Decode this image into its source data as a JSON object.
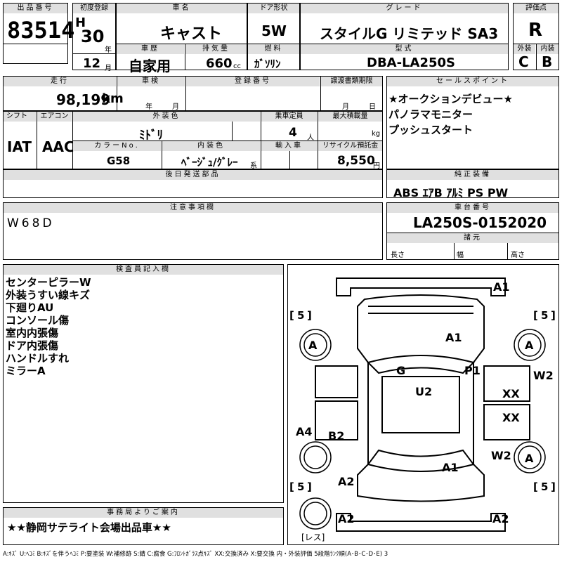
{
  "headers": {
    "lot": "出品番号",
    "first_reg": "初度登録",
    "car_name": "車名",
    "door": "ドア形状",
    "grade": "グレード",
    "score": "評価点",
    "history": "車歴",
    "displacement": "排気量",
    "fuel": "燃料",
    "model": "型式",
    "exterior": "外装",
    "interior": "内装",
    "mileage": "走行",
    "inspection": "車検",
    "reg_no": "登録番号",
    "transfer_deadline": "譲渡書類期限",
    "sales_points": "セールスポイント",
    "shift": "シフト",
    "aircon": "エアコン",
    "ext_color": "外装色",
    "capacity": "乗車定員",
    "max_load": "最大積載量",
    "color_no": "カラーNo.",
    "int_color": "内装色",
    "import": "輸入車",
    "recycle": "リサイクル預託金",
    "later_parts": "後日発送部品",
    "genuine": "純正装備",
    "notes": "注意事項欄",
    "chassis": "車台番号",
    "specs": "諸元",
    "inspector": "検査員記入欄",
    "office": "事務局よりご案内"
  },
  "units": {
    "year_prefix": "H",
    "year": "年",
    "month": "月",
    "cc": "cc",
    "km": "km",
    "persons": "人",
    "kg": "kg",
    "yen": "円",
    "kei": "系",
    "length": "長さ",
    "width": "幅",
    "height": "高さ"
  },
  "vehicle": {
    "lot": "83514",
    "year": "30",
    "month": "12",
    "name": "キャスト",
    "door": "5W",
    "grade": "スタイルG リミテッド SA3",
    "score": "R",
    "history": "自家用",
    "displacement": "660",
    "fuel": "ｶﾞｿﾘﾝ",
    "model": "DBA-LA250S",
    "exterior_grade": "C",
    "interior_grade": "B",
    "mileage": "98,199",
    "shift": "IAT",
    "aircon": "AAC",
    "ext_color": "ﾐﾄﾞﾘ",
    "capacity": "4",
    "color_no": "G58",
    "int_color": "ﾍﾞｰｼﾞｭ/ｸﾞﾚｰ",
    "recycle": "8,550",
    "chassis": "LA250S-0152020",
    "equipment": "ABS ｴｱB ｱﾙﾐ PS PW",
    "notes": "W68D"
  },
  "sales_points": [
    "★オークションデビュー★",
    "パノラマモニター",
    "プッシュスタート"
  ],
  "inspector_notes": [
    "センターピラーW",
    "外装うすい線キズ",
    "下廻りAU",
    "コンソール傷",
    "室内内張傷",
    "ドア内張傷",
    "ハンドルすれ",
    "ミラーA"
  ],
  "office_note": "★★静岡サテライト会場出品車★★",
  "diagram": {
    "tire_depth": "5",
    "spare_label": "[レス]",
    "marks": {
      "front_bumper": "A1",
      "hood": "A1",
      "windshield": "G",
      "a_pillar": "P1",
      "roof": "U2",
      "rear_fender_left": "A4",
      "quarter_left": "B2",
      "trunk": "A1",
      "rear_left": "A2",
      "rear_bumper_left": "A2",
      "rear_bumper_right": "A2",
      "right_front_fender": "W2",
      "right_door_front": "XX",
      "right_door_rear": "XX",
      "right_quarter": "W2",
      "wheel": "A"
    }
  },
  "legend": "A:ｷｽﾞ U:ﾍｺﾐ B:ｷｽﾞを伴うﾍｺﾐ P:要塗装 W:補修跡 S:錆 C:腐食 G:ﾌﾛﾝﾄｶﾞﾗｽ点ｷｽﾞ XX:交換済み X:要交換 内・外装評価 5段階ﾗﾝｸ順(A･B･C･D･E) 3"
}
